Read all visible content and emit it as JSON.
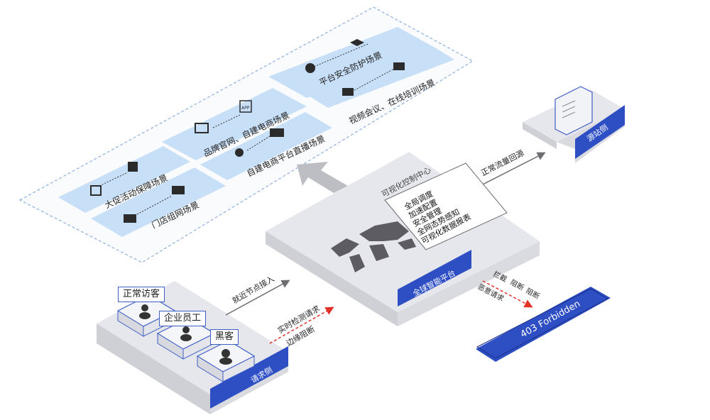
{
  "scenarios": {
    "platform_security": "平台安全防护场景",
    "video_meeting": "视频会议、在线培训场景",
    "brand_site": "品牌官网、自建电商场景",
    "live_stream": "自建电商平台直播场景",
    "promo_event": "大促活动保障场景",
    "store_network": "门店组网场景",
    "app_icon_text": "APP"
  },
  "platform": {
    "center_title": "可视化控制中心",
    "features": [
      "全局调度",
      "加速配置",
      "安全管理",
      "全网态势感知",
      "可视化数据报表"
    ],
    "tag": "全球智能平台"
  },
  "origin": {
    "tag": "源站侧",
    "flow_label": "正常流量回源"
  },
  "request": {
    "tag": "请求侧",
    "visitors": [
      "正常访客",
      "企业员工",
      "黑客"
    ],
    "access_label": "就近节点接入",
    "detect_label_1": "实时检测请求",
    "detect_label_2": "边缘阻断"
  },
  "block": {
    "labels_1": [
      "拦截",
      "阻断",
      "阻断"
    ],
    "label_2": "恶意请求",
    "forbidden": "403 Forbidden"
  },
  "colors": {
    "accent": "#2e4fc4",
    "panel": "#cfe4f8",
    "red": "#e4322b",
    "slab_top": "#e6e7ec",
    "slab_left": "#cfd0d6",
    "slab_right": "#dadbe0"
  }
}
